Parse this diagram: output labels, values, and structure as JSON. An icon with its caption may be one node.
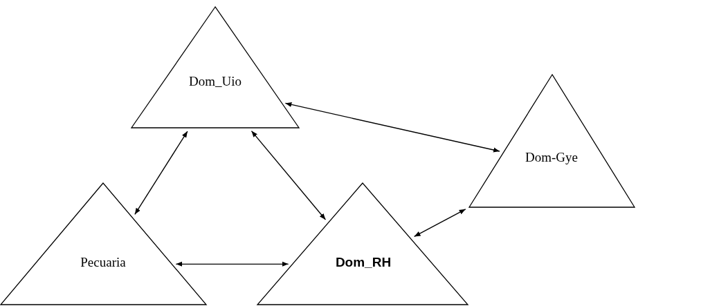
{
  "diagram": {
    "nodes": [
      {
        "text": [
          "Dom_Uio"
        ]
      },
      {
        "text": [
          "Dom-Gye"
        ]
      },
      {
        "text": [
          "Pecuaria"
        ]
      },
      {
        "text": [
          "Dom_RH"
        ]
      }
    ],
    "edges": [
      {
        "from": 0,
        "to": 1,
        "arrow": "both"
      },
      {
        "from": 0,
        "to": 2,
        "arrow": "both"
      },
      {
        "from": 0,
        "to": 3,
        "arrow": "both"
      },
      {
        "from": 2,
        "to": 3,
        "arrow": "both"
      },
      {
        "from": 3,
        "to": 1,
        "arrow": "both"
      }
    ]
  }
}
